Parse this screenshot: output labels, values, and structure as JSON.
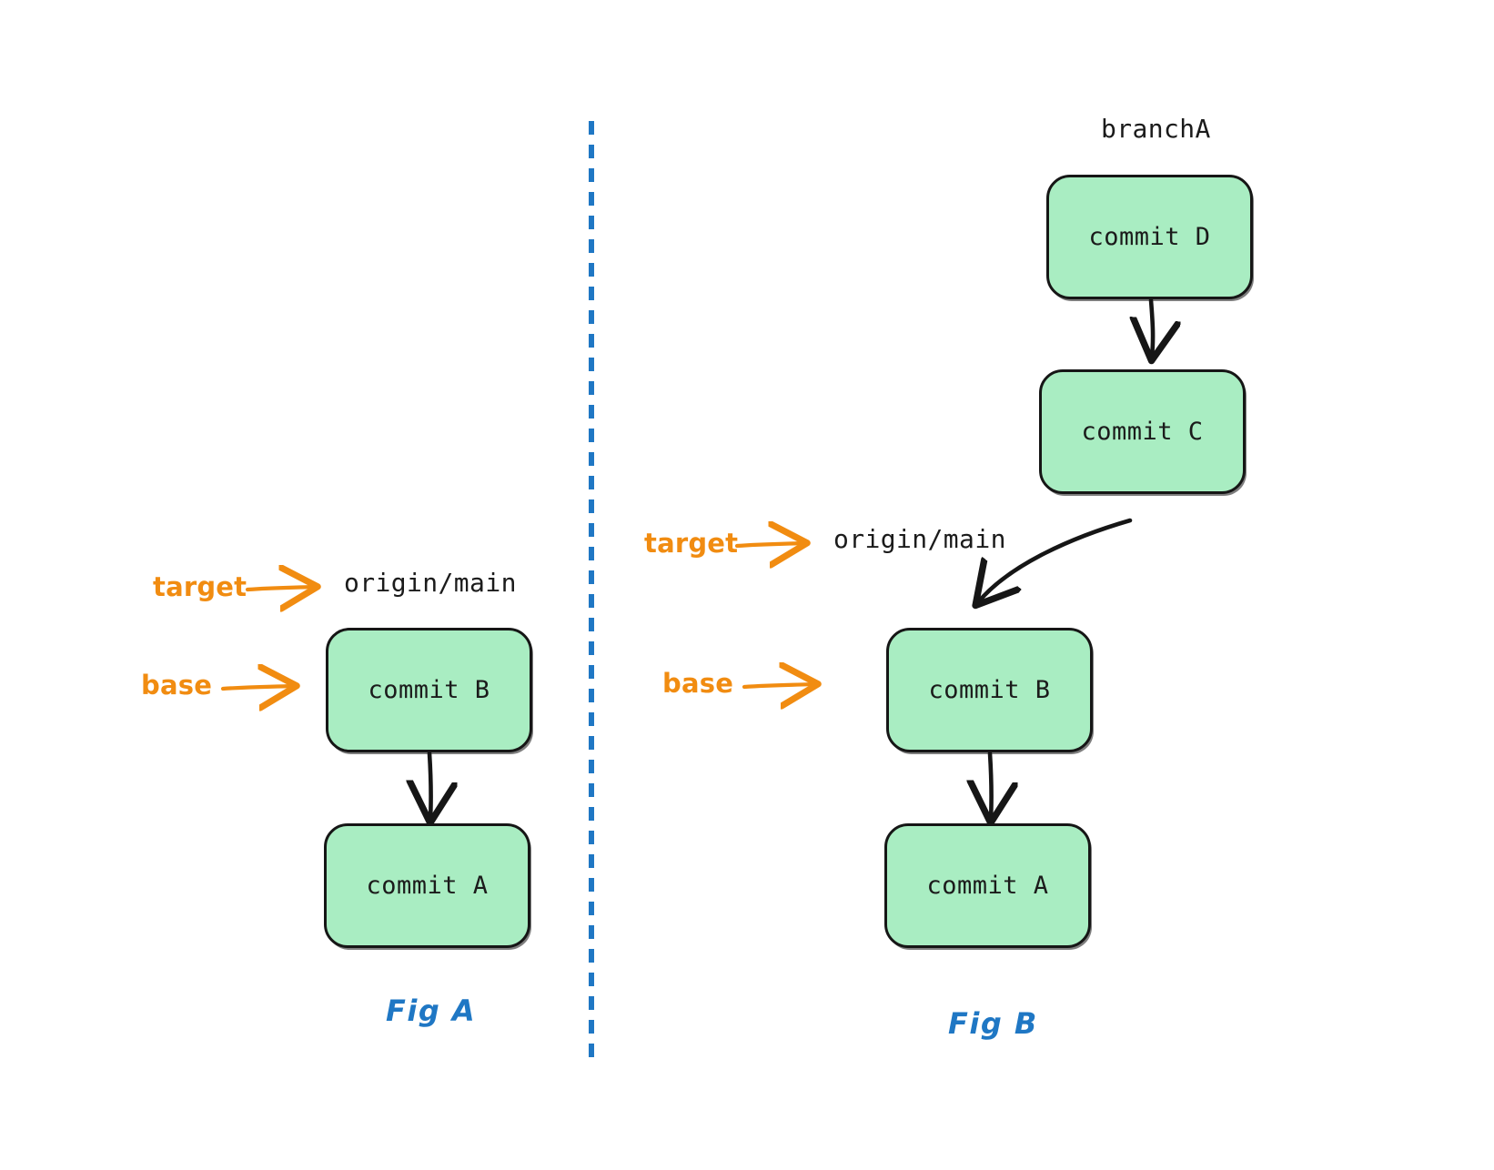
{
  "diagram": {
    "title": "Git rebase target and base illustration",
    "background": "#ffffff",
    "colors": {
      "commit_fill": "#a9edc2",
      "commit_stroke": "#161616",
      "annotation": "#f18c11",
      "figure_label": "#1f77c4",
      "divider": "#1f77c4",
      "text": "#1b1b1b"
    },
    "divider": {
      "name": "vertical-dashed-divider",
      "orientation": "vertical",
      "style": "dashed"
    }
  },
  "figures": [
    {
      "id": "fig-a",
      "caption": "Fig A",
      "annotations": [
        {
          "id": "target",
          "label": "target",
          "points_to": "origin/main"
        },
        {
          "id": "base",
          "label": "base",
          "points_to": "commit B"
        }
      ],
      "refs": [
        {
          "id": "origin-main",
          "label": "origin/main"
        }
      ],
      "commits": [
        {
          "id": "commit-b",
          "label": "commit B"
        },
        {
          "id": "commit-a",
          "label": "commit A"
        }
      ],
      "edges": [
        {
          "from": "commit B",
          "to": "commit A",
          "style": "straight"
        }
      ]
    },
    {
      "id": "fig-b",
      "caption": "Fig B",
      "annotations": [
        {
          "id": "target",
          "label": "target",
          "points_to": "origin/main"
        },
        {
          "id": "base",
          "label": "base",
          "points_to": "commit B"
        }
      ],
      "refs": [
        {
          "id": "brancha",
          "label": "branchA"
        },
        {
          "id": "origin-main",
          "label": "origin/main"
        }
      ],
      "commits": [
        {
          "id": "commit-d",
          "label": "commit D"
        },
        {
          "id": "commit-c",
          "label": "commit C"
        },
        {
          "id": "commit-b",
          "label": "commit B"
        },
        {
          "id": "commit-a",
          "label": "commit A"
        }
      ],
      "edges": [
        {
          "from": "commit D",
          "to": "commit C",
          "style": "straight"
        },
        {
          "from": "commit C",
          "to": "commit B",
          "style": "curved"
        },
        {
          "from": "commit B",
          "to": "commit A",
          "style": "straight"
        }
      ]
    }
  ]
}
